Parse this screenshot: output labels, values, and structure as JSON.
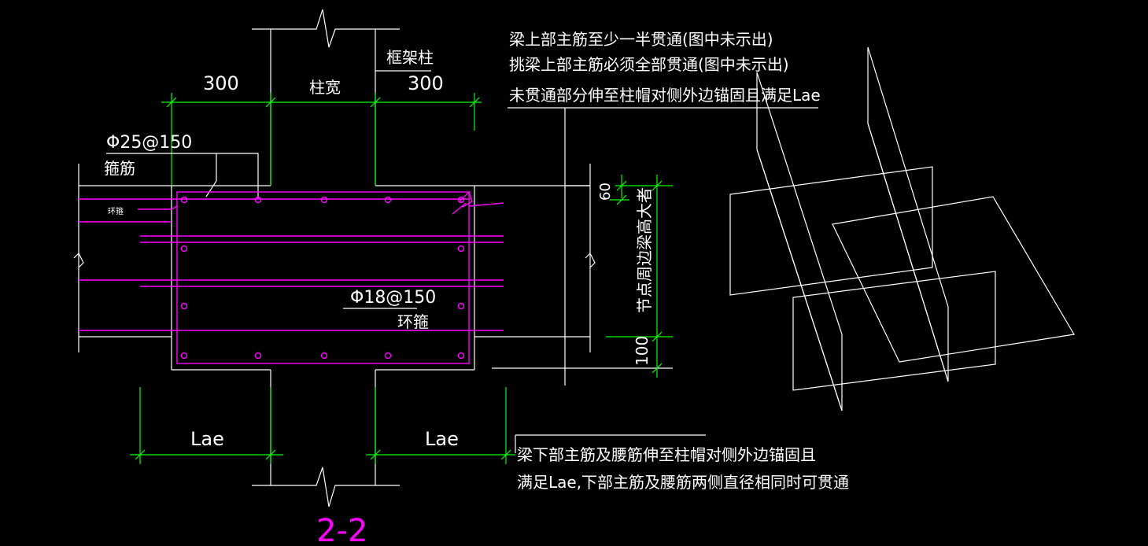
{
  "labels": {
    "note_top_1": "梁上部主筋至少一半贯通(图中未示出)",
    "note_top_2": "挑梁上部主筋必须全部贯通(图中未示出)",
    "note_top_3": "未贯通部分伸至柱帽对侧外边锚固且满足Lae",
    "frame_column": "框架柱",
    "dim_left": "300",
    "dim_center": "柱宽",
    "dim_right": "300",
    "stirrup_spec": "Φ25@150",
    "stirrup_name": "箍筋",
    "ring_small": "环箍",
    "ring_spec": "Φ18@150",
    "ring_name": "环箍",
    "dim_60": "60",
    "height_note": "节点周边梁高大者",
    "dim_100": "100",
    "lae_left": "Lae",
    "lae_right": "Lae",
    "note_bottom_1": "梁下部主筋及腰筋伸至柱帽对侧外边锚固且",
    "note_bottom_2": "满足Lae,下部主筋及腰筋两侧直径相同时可贯通",
    "section_mark": "2-2"
  },
  "colors": {
    "background": "#000000",
    "outline": "#ffffff",
    "dimension": "#00ff00",
    "rebar": "#ff00ff"
  }
}
